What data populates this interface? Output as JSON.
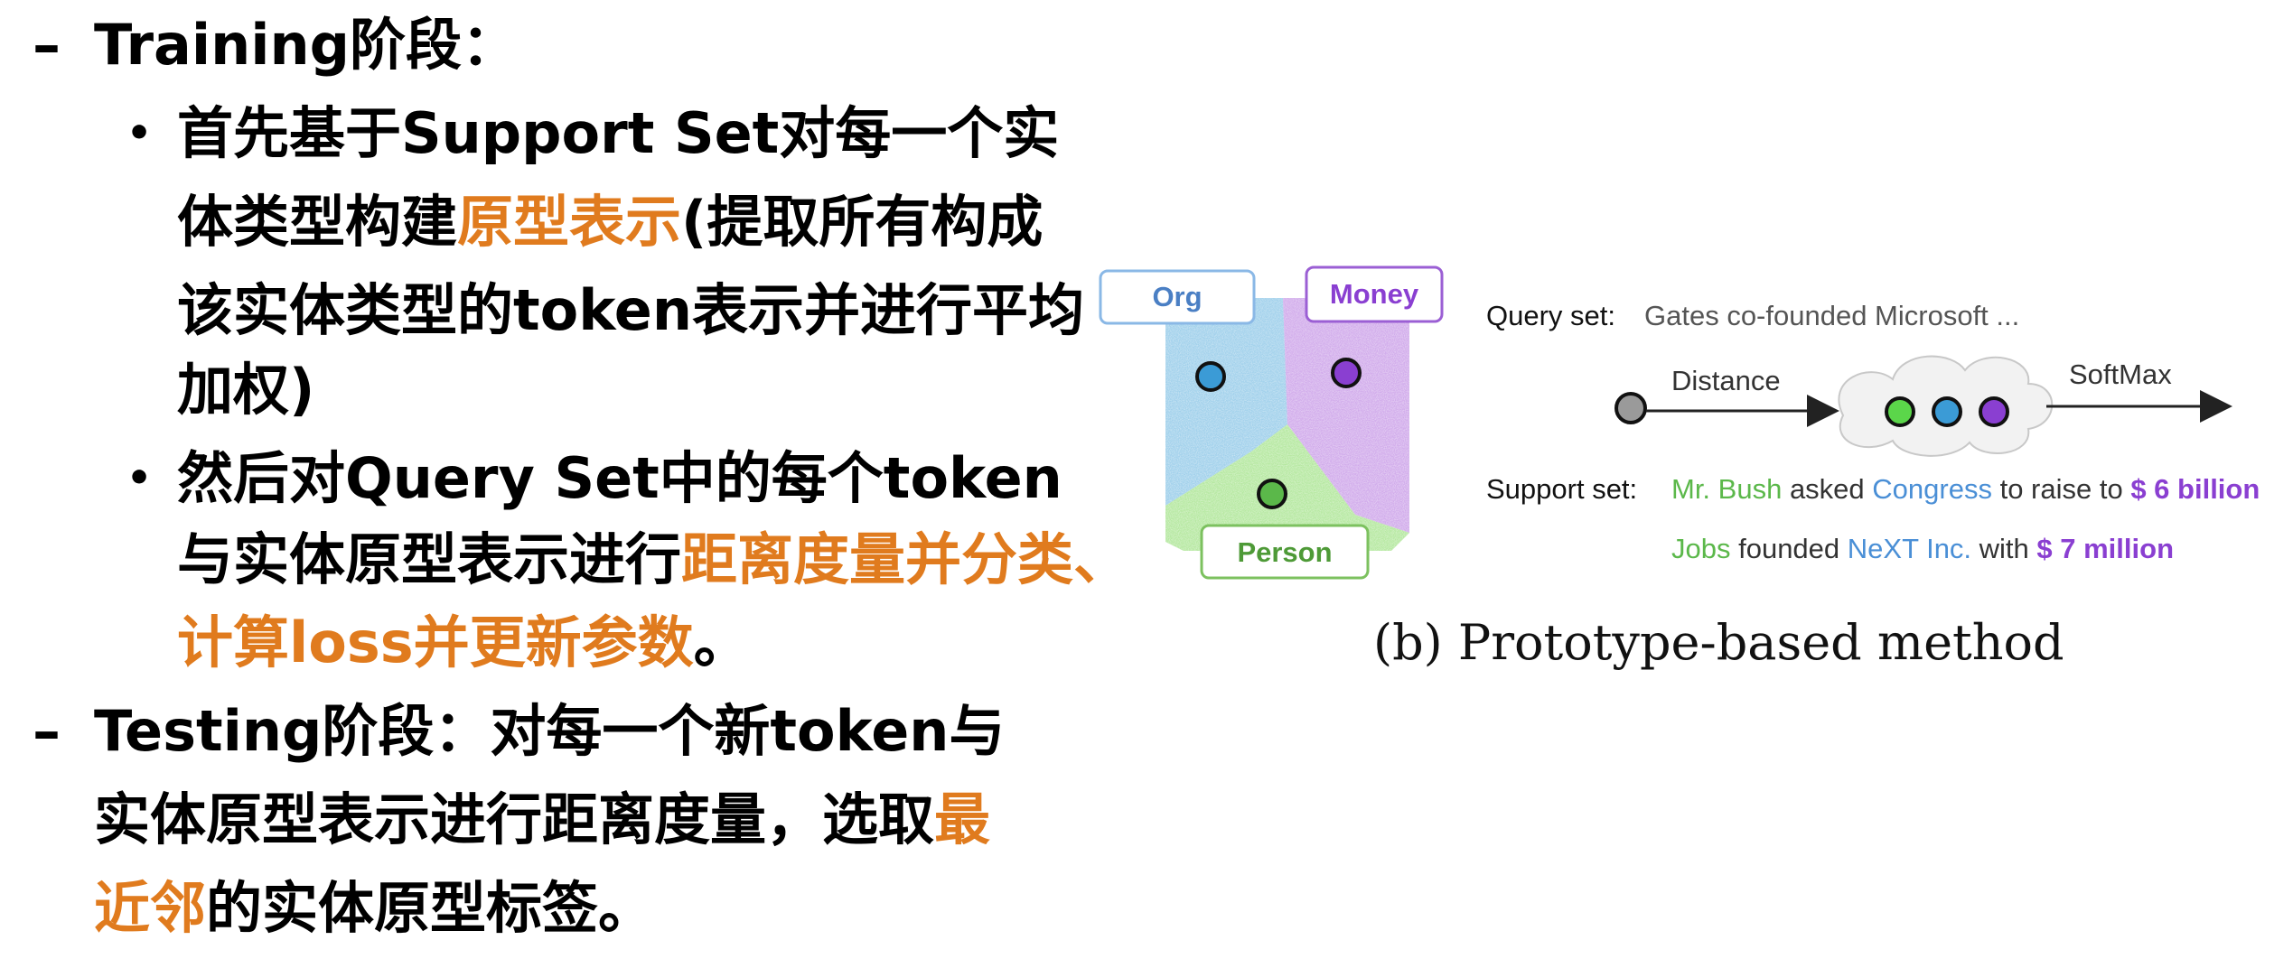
{
  "training": {
    "dash": "–",
    "heading": "Training阶段：",
    "bullets": [
      {
        "marker": "•",
        "lines": [
          {
            "segments": [
              {
                "text": "首先基于Support Set对每一个实",
                "hl": false
              }
            ]
          },
          {
            "segments": [
              {
                "text": "体类型构建",
                "hl": false
              },
              {
                "text": "原型表示",
                "hl": true
              },
              {
                "text": "(提取所有构成",
                "hl": false
              }
            ]
          },
          {
            "segments": [
              {
                "text": "该实体类型的token表示并进行平均",
                "hl": false
              }
            ]
          },
          {
            "segments": [
              {
                "text": "加权)",
                "hl": false
              }
            ]
          }
        ]
      },
      {
        "marker": "•",
        "lines": [
          {
            "segments": [
              {
                "text": "然后对Query Set中的每个token",
                "hl": false
              }
            ]
          },
          {
            "segments": [
              {
                "text": "与实体原型表示进行",
                "hl": false
              },
              {
                "text": "距离度量并分类、",
                "hl": true
              }
            ]
          },
          {
            "segments": [
              {
                "text": "计算loss并更新参数",
                "hl": true
              },
              {
                "text": "。",
                "hl": false
              }
            ]
          }
        ]
      }
    ]
  },
  "testing": {
    "dash": "–",
    "lines": [
      {
        "segments": [
          {
            "text": "Testing阶段：对每一个新token与",
            "hl": false
          }
        ]
      },
      {
        "segments": [
          {
            "text": "实体原型表示进行距离度量，选取",
            "hl": false
          },
          {
            "text": "最",
            "hl": true
          }
        ]
      },
      {
        "segments": [
          {
            "text": "近邻",
            "hl": true
          },
          {
            "text": "的实体原型标签。",
            "hl": false
          }
        ]
      }
    ]
  },
  "figure": {
    "labels": {
      "org": "Org",
      "money": "Money",
      "person": "Person"
    },
    "query_label": "Query set:",
    "query_text": "Gates co-founded Microsoft ...",
    "distance_label": "Distance",
    "softmax_label": "SoftMax",
    "support_label": "Support set:",
    "support_line1": {
      "person": "Mr. Bush",
      "mid1": " asked ",
      "org": "Congress",
      "mid2": " to raise to ",
      "money": "$ 6 billion"
    },
    "support_line2": {
      "person": "Jobs",
      "mid1": " founded ",
      "org": "NeXT Inc.",
      "mid2": " with ",
      "money": "$ 7 million"
    },
    "caption": "(b) Prototype-based method",
    "colors": {
      "org": "#3b8fd6",
      "money": "#8a3fd1",
      "person": "#5bb84a",
      "highlight": "#e07b1e"
    }
  }
}
